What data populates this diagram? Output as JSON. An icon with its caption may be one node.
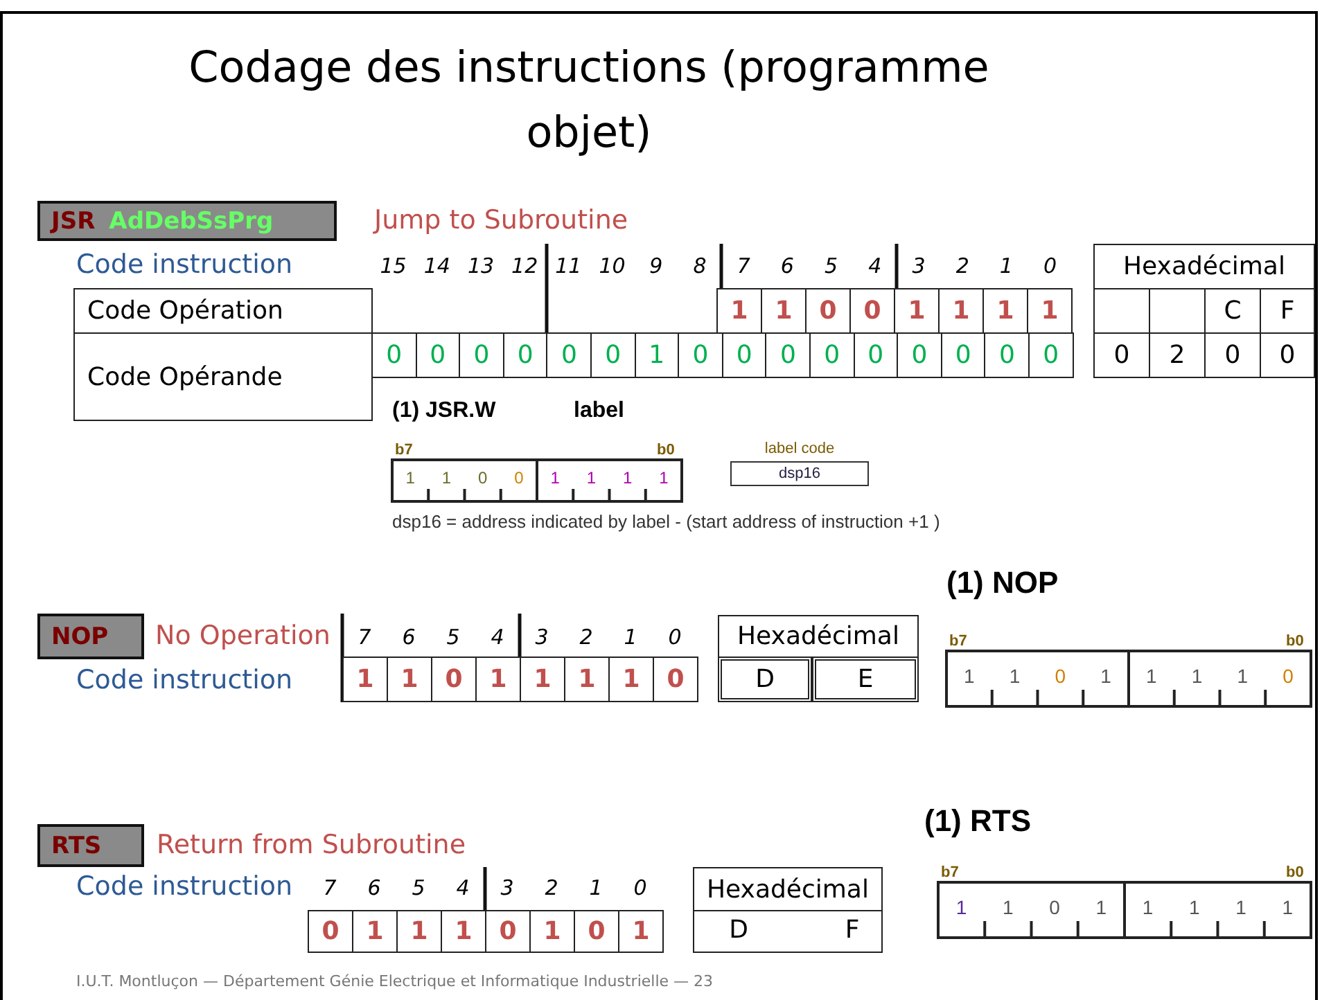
{
  "diagram": {
    "title": "Codage des instructions (programme objet)",
    "nodes": [
      {
        "text": [
          "JSR",
          "AdDebSsPrg"
        ],
        "beside": [
          "Jump to Subroutine"
        ]
      },
      {
        "text": [
          "Code Opération"
        ]
      },
      {
        "text": [
          "Code Opérande"
        ]
      },
      {
        "text": [
          "label code",
          "dsp16"
        ]
      },
      {
        "text": [
          "NOP"
        ],
        "beside": [
          "No Operation"
        ]
      },
      {
        "text": [
          "RTS"
        ],
        "beside": [
          "Return from Subroutine"
        ]
      }
    ],
    "labels": [
      "Code instruction",
      "15",
      "14",
      "13",
      "12",
      "11",
      "10",
      "9",
      "8",
      "7",
      "6",
      "5",
      "4",
      "3",
      "2",
      "1",
      "0",
      "Hexadécimal",
      "1",
      "1",
      "0",
      "0",
      "1",
      "1",
      "1",
      "1",
      "C",
      "F",
      "0",
      "0",
      "0",
      "0",
      "0",
      "0",
      "1",
      "0",
      "0",
      "0",
      "0",
      "0",
      "0",
      "0",
      "0",
      "0",
      "0",
      "2",
      "0",
      "0",
      "(1) JSR.W",
      "label",
      "b7",
      "b0",
      "1",
      "1",
      "0",
      "0",
      "1",
      "1",
      "1",
      "1",
      "dsp16 = address indicated by label - (start address of instruction +1 )",
      "(1) NOP",
      "7",
      "6",
      "5",
      "4",
      "3",
      "2",
      "1",
      "0",
      "Hexadécimal",
      "Code instruction",
      "1",
      "1",
      "0",
      "1",
      "1",
      "1",
      "1",
      "0",
      "D",
      "E",
      "b7",
      "b0",
      "1",
      "1",
      "0",
      "1",
      "1",
      "1",
      "1",
      "0",
      "(1) RTS",
      "Code instruction",
      "7",
      "6",
      "5",
      "4",
      "3",
      "2",
      "1",
      "0",
      "Hexadécimal",
      "b7",
      "b0",
      "1",
      "1",
      "0",
      "1",
      "1",
      "1",
      "1",
      "1",
      "0",
      "1",
      "1",
      "1",
      "0",
      "1",
      "0",
      "1",
      "D",
      "F",
      "I.U.T. Montluçon — Département Génie Electrique et Informatique Industrielle — 23"
    ]
  }
}
